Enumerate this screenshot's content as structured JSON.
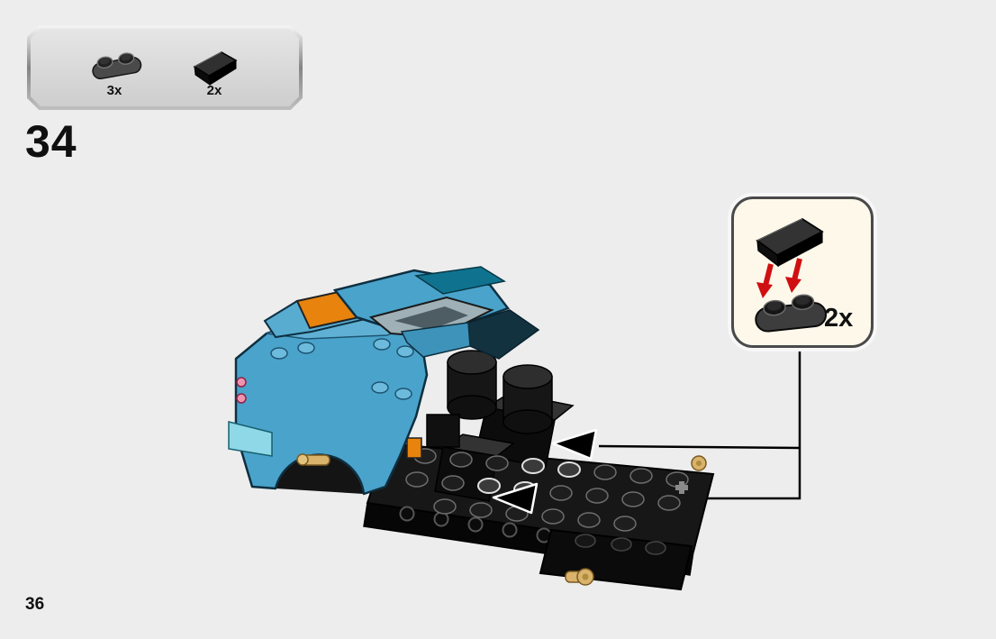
{
  "page": {
    "step_number": "34",
    "page_number": "36",
    "background_color": "#ededed"
  },
  "parts_box": {
    "parts": [
      {
        "icon": "plate-1x2-rounded-dark-gray-icon",
        "count": "3x"
      },
      {
        "icon": "slope-1x2-black-icon",
        "count": "2x"
      }
    ]
  },
  "callout": {
    "count": "2x",
    "icon": "slope-onto-plate-placement-icon",
    "box_fill": "#fdf8ea",
    "border_color": "#4a4a4a",
    "arrow_color": "#d01010"
  },
  "model": {
    "illustration": "partially-built-blue-race-car-on-black-chassis-plate",
    "colors": {
      "body_blue": "#4aa3cb",
      "stripe_orange": "#e8830d",
      "accent_teal": "#0f7390",
      "chassis_black": "#171717",
      "pin_tan": "#d9b36b",
      "placement_arrow": "#000000"
    }
  }
}
